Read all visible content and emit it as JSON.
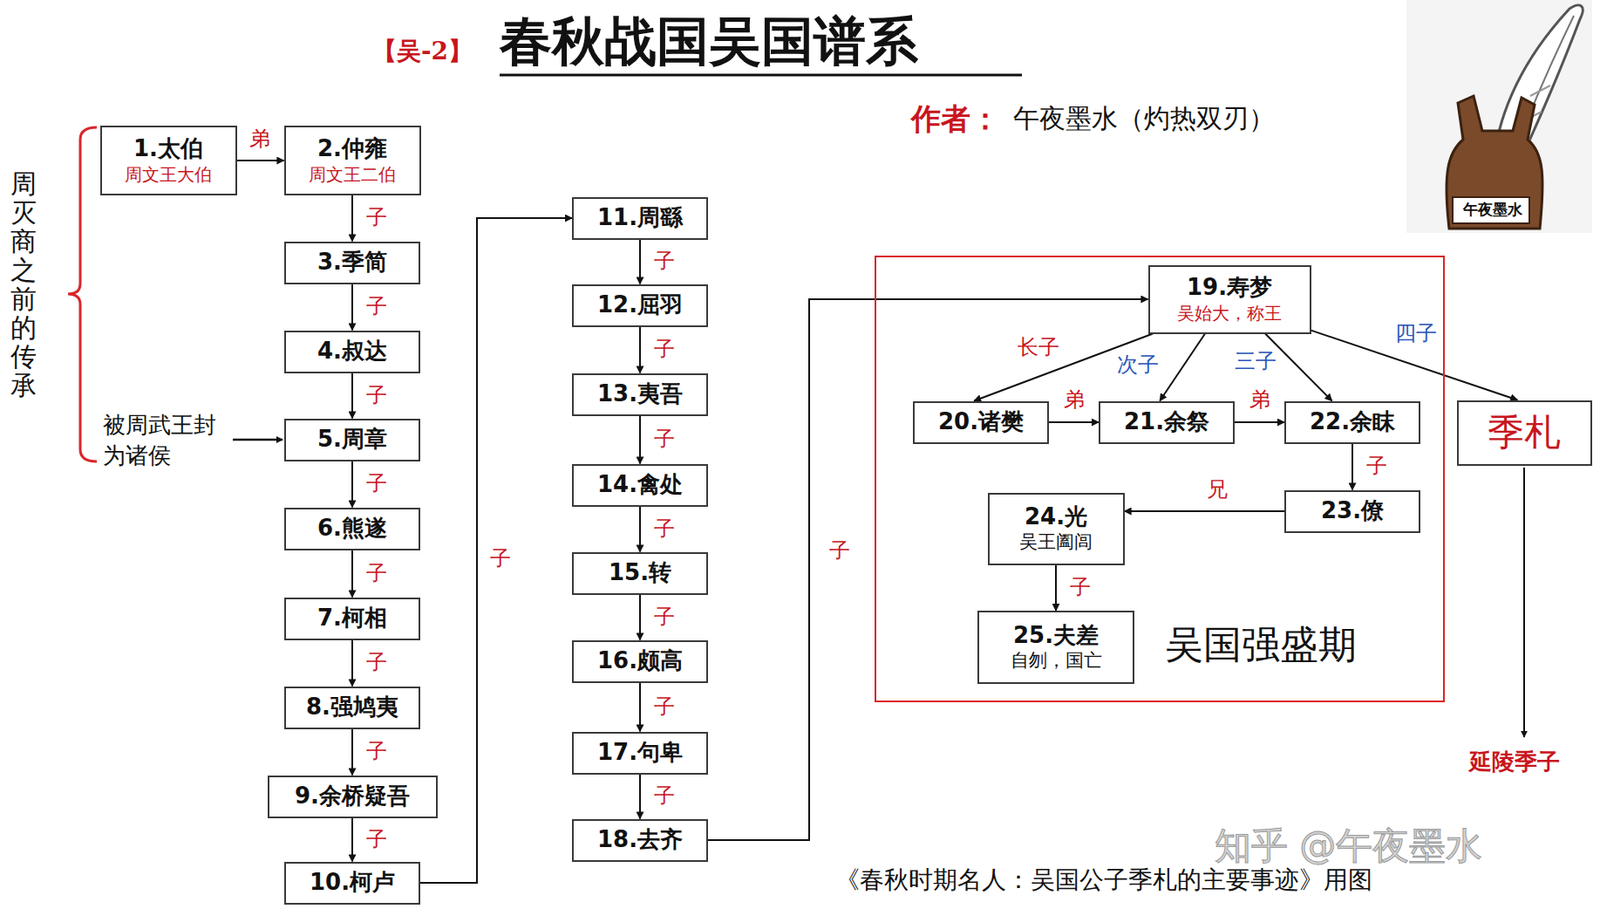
{
  "diagram": {
    "title": "春秋战国吴国谱系",
    "caption": "《春秋时期名人：吴国公子季札的主要事迹》用图",
    "nodes": [
      {
        "text": [
          "1.太伯",
          "周文王大伯"
        ]
      },
      {
        "text": [
          "2.仲雍",
          "周文王二伯"
        ]
      },
      {
        "text": [
          "3.季简"
        ]
      },
      {
        "text": [
          "4.叔达"
        ]
      },
      {
        "text": [
          "5.周章"
        ]
      },
      {
        "text": [
          "6.熊遂"
        ]
      },
      {
        "text": [
          "7.柯相"
        ]
      },
      {
        "text": [
          "8.强鸠夷"
        ]
      },
      {
        "text": [
          "9.余桥疑吾"
        ]
      },
      {
        "text": [
          "10.柯卢"
        ]
      },
      {
        "text": [
          "11.周繇"
        ]
      },
      {
        "text": [
          "12.屈羽"
        ]
      },
      {
        "text": [
          "13.夷吾"
        ]
      },
      {
        "text": [
          "14.禽处"
        ]
      },
      {
        "text": [
          "15.转"
        ]
      },
      {
        "text": [
          "16.颇高"
        ]
      },
      {
        "text": [
          "17.句卑"
        ]
      },
      {
        "text": [
          "18.去齐"
        ]
      },
      {
        "text": [
          "吴国强盛期"
        ]
      },
      {
        "text": [
          "19.寿梦",
          "吴始大，称王"
        ],
        "in": 18
      },
      {
        "text": [
          "20.诸樊"
        ],
        "in": 18
      },
      {
        "text": [
          "21.余祭"
        ],
        "in": 18
      },
      {
        "text": [
          "22.余眜"
        ],
        "in": 18
      },
      {
        "text": [
          "23.僚"
        ],
        "in": 18
      },
      {
        "text": [
          "24.光",
          "吴王阖闾"
        ],
        "in": 18
      },
      {
        "text": [
          "25.夫差",
          "自刎，国亡"
        ],
        "in": 18
      },
      {
        "text": [
          "季札"
        ]
      }
    ],
    "edges": [
      {
        "from": 0,
        "to": 1,
        "label": "弟",
        "arrow": "to"
      },
      {
        "from": 1,
        "to": 2,
        "label": "子",
        "arrow": "to"
      },
      {
        "from": 2,
        "to": 3,
        "label": "子",
        "arrow": "to"
      },
      {
        "from": 3,
        "to": 4,
        "label": "子",
        "arrow": "to"
      },
      {
        "from": 4,
        "to": 5,
        "label": "子",
        "arrow": "to"
      },
      {
        "from": 5,
        "to": 6,
        "label": "子",
        "arrow": "to"
      },
      {
        "from": 6,
        "to": 7,
        "label": "子",
        "arrow": "to"
      },
      {
        "from": 7,
        "to": 8,
        "label": "子",
        "arrow": "to"
      },
      {
        "from": 8,
        "to": 9,
        "label": "子",
        "arrow": "to"
      },
      {
        "from": 9,
        "to": 10,
        "label": "子",
        "arrow": "to"
      },
      {
        "from": 10,
        "to": 11,
        "label": "子",
        "arrow": "to"
      },
      {
        "from": 11,
        "to": 12,
        "label": "子",
        "arrow": "to"
      },
      {
        "from": 12,
        "to": 13,
        "label": "子",
        "arrow": "to"
      },
      {
        "from": 13,
        "to": 14,
        "label": "子",
        "arrow": "to"
      },
      {
        "from": 14,
        "to": 15,
        "label": "子",
        "arrow": "to"
      },
      {
        "from": 15,
        "to": 16,
        "label": "子",
        "arrow": "to"
      },
      {
        "from": 16,
        "to": 17,
        "label": "子",
        "arrow": "to"
      },
      {
        "from": 17,
        "to": 19,
        "label": "子",
        "arrow": "to"
      },
      {
        "from": 19,
        "to": 20,
        "label": "长子",
        "arrow": "to"
      },
      {
        "from": 19,
        "to": 21,
        "label": "次子",
        "arrow": "to"
      },
      {
        "from": 19,
        "to": 22,
        "label": "三子",
        "arrow": "to"
      },
      {
        "from": 19,
        "to": 26,
        "label": "四子",
        "arrow": "to"
      },
      {
        "from": 20,
        "to": 21,
        "label": "弟",
        "arrow": "to"
      },
      {
        "from": 21,
        "to": 22,
        "label": "弟",
        "arrow": "to"
      },
      {
        "from": 22,
        "to": 23,
        "label": "子",
        "arrow": "to"
      },
      {
        "from": 23,
        "to": 24,
        "label": "兄",
        "arrow": "to"
      },
      {
        "from": 24,
        "to": 25,
        "label": "子",
        "arrow": "to"
      }
    ],
    "labels": [
      "【吴-2】",
      "作者：",
      "午夜墨水（灼热双刃）",
      "午夜墨水",
      "周灭商之前的传承",
      "被周武王封为诸侯",
      "延陵季子",
      "知乎 @午夜墨水"
    ]
  }
}
